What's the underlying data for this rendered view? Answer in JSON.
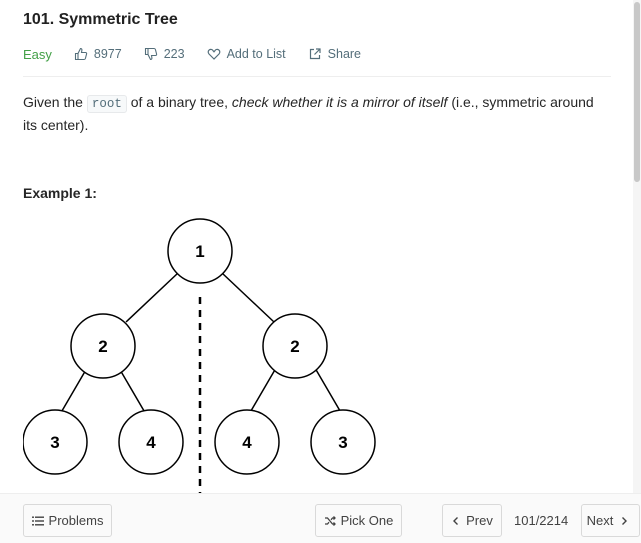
{
  "problem": {
    "title": "101. Symmetric Tree",
    "difficulty": "Easy",
    "likes": "8977",
    "dislikes": "223",
    "add_to_list": "Add to List",
    "share": "Share"
  },
  "description": {
    "prefix": "Given the",
    "code": "root",
    "middle": "of a binary tree,",
    "emphasis": "check whether it is a mirror of itself",
    "suffix": "(i.e., symmetric around its center)."
  },
  "example": {
    "title": "Example 1:",
    "nodes": [
      "1",
      "2",
      "2",
      "3",
      "4",
      "4",
      "3"
    ]
  },
  "footer": {
    "problems": "Problems",
    "pick_one": "Pick One",
    "prev": "Prev",
    "page_count": "101/2214",
    "next": "Next"
  }
}
